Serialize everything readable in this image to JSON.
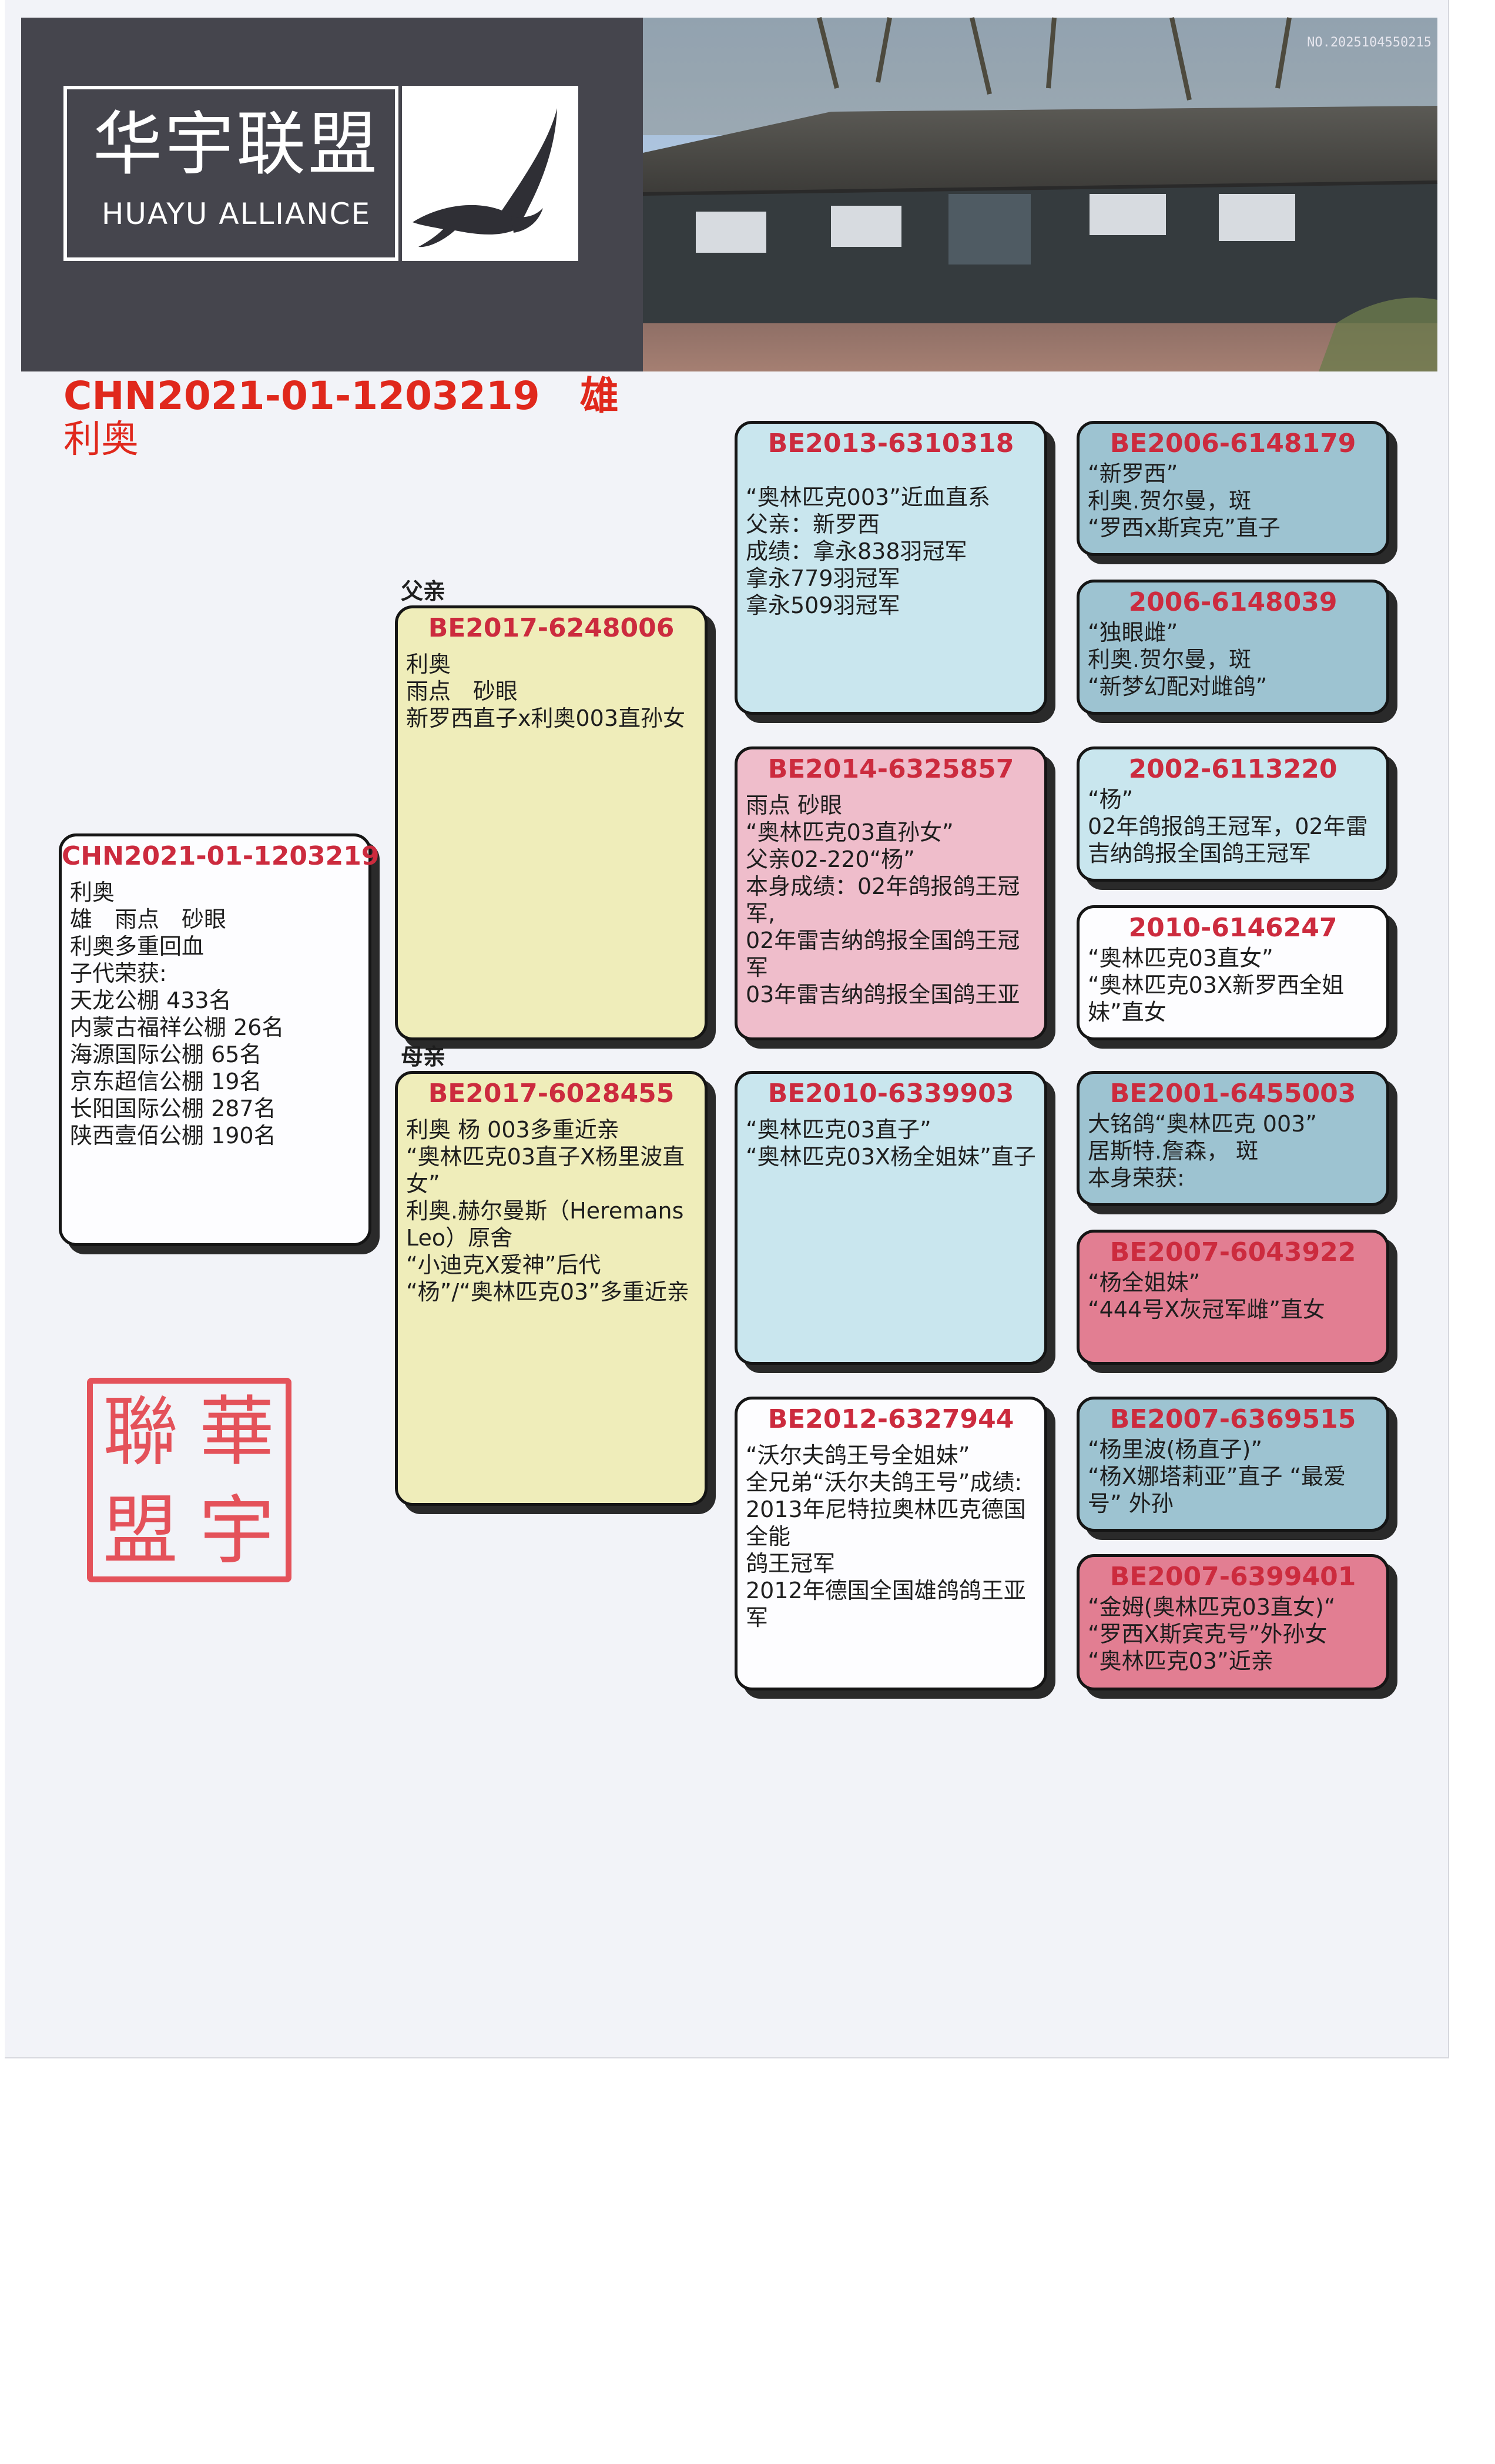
{
  "header": {
    "logo_cn": "华宇联盟",
    "logo_en": "HUAYU ALLIANCE",
    "photo_id": "NO.2025104550215"
  },
  "title": {
    "ring": "CHN2021-01-1203219",
    "sex": "雄",
    "name": "利奥"
  },
  "labels": {
    "father": "父亲",
    "mother": "母亲"
  },
  "subject": {
    "code": "CHN2021-01-1203219",
    "body": "利奥\n雄　雨点　砂眼\n利奥多重回血\n子代荣获:\n天龙公棚 433名\n内蒙古福祥公棚 26名\n海源国际公棚 65名\n京东超信公棚 19名\n长阳国际公棚 287名\n陕西壹佰公棚 190名"
  },
  "father": {
    "code": "BE2017-6248006",
    "body": "利奥\n雨点　砂眼\n新罗西直子x利奥003直孙女"
  },
  "mother": {
    "code": "BE2017-6028455",
    "body": "利奥 杨 003多重近亲\n“奥林匹克03直子X杨里波直女”\n利奥.赫尔曼斯（Heremans Leo）原舍\n“小迪克X爱神”后代\n“杨”/“奥林匹克03”多重近亲"
  },
  "ff": {
    "code": "BE2013-6310318",
    "body": "“奥林匹克003”近血直系\n父亲：新罗西\n成绩：拿永838羽冠军\n拿永779羽冠军\n拿永509羽冠军"
  },
  "fm": {
    "code": "BE2014-6325857",
    "body": "雨点 砂眼\n“奥林匹克03直孙女”\n父亲02-220“杨”\n本身成绩：02年鸽报鸽王冠军,\n02年雷吉纳鸽报全国鸽王冠军\n03年雷吉纳鸽报全国鸽王亚"
  },
  "mf": {
    "code": "BE2010-6339903",
    "body": "“奥林匹克03直子”\n“奥林匹克03X杨全姐妹”直子"
  },
  "mm": {
    "code": "BE2012-6327944",
    "body": "“沃尔夫鸽王号全姐妹”\n全兄弟“沃尔夫鸽王号”成绩:\n2013年尼特拉奥林匹克德国全能\n鸽王冠军\n2012年德国全国雄鸽鸽王亚军"
  },
  "fff": {
    "code": "BE2006-6148179",
    "body": "“新罗西”\n利奥.贺尔曼，斑\n“罗西x斯宾克”直子"
  },
  "ffm": {
    "code": "2006-6148039",
    "body": "“独眼雌”\n利奥.贺尔曼，斑\n“新梦幻配对雌鸽”"
  },
  "fmf": {
    "code": "2002-6113220",
    "body": "“杨”\n02年鸽报鸽王冠军，02年雷吉纳鸽报全国鸽王冠军"
  },
  "fmm": {
    "code": "2010-6146247",
    "body": "“奥林匹克03直女”\n“奥林匹克03X新罗西全姐妹”直女"
  },
  "mff": {
    "code": "BE2001-6455003",
    "body": "大铭鸽“奥林匹克 003”\n居斯特.詹森， 斑\n本身荣获:"
  },
  "mfm": {
    "code": "BE2007-6043922",
    "body": "“杨全姐妹”\n“444号X灰冠军雌”直女"
  },
  "mmf": {
    "code": "BE2007-6369515",
    "body": "“杨里波(杨直子)”\n“杨X娜塔莉亚”直子 “最爱号” 外孙"
  },
  "mmm": {
    "code": "BE2007-6399401",
    "body": "“金姆(奥林匹克03直女)“\n“罗西X斯宾克号”外孙女\n“奥林匹克03”近亲"
  },
  "seal": {
    "c1": "華",
    "c2": "聯",
    "c3": "宇",
    "c4": "盟"
  }
}
